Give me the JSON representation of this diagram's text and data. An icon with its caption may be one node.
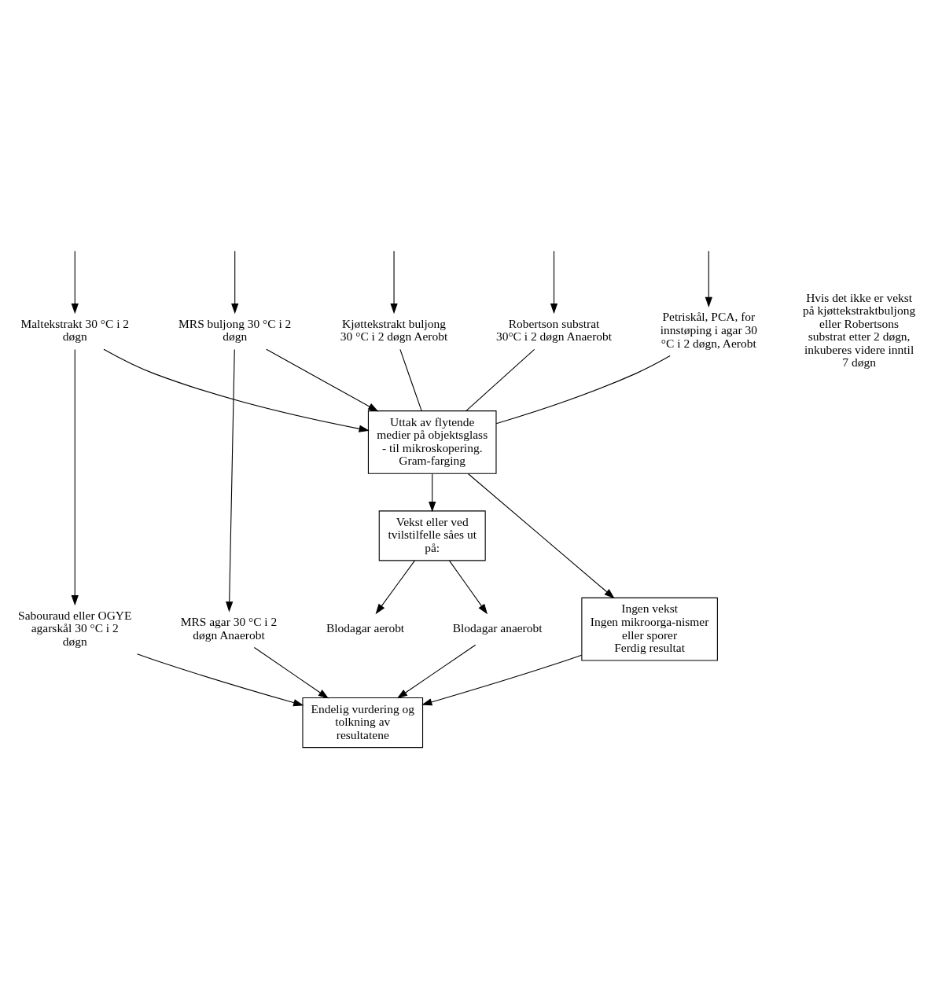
{
  "diagram": {
    "nodes": [
      {
        "text": [
          "Maltekstrakt 30 °C i 2 døgn"
        ]
      },
      {
        "text": [
          "MRS buljong 30 °C i 2 døgn"
        ]
      },
      {
        "text": [
          "Kjøttekstrakt buljong 30 °C i 2 døgn Aerobt"
        ]
      },
      {
        "text": [
          "Robertson substrat 30°C i 2 døgn Anaerobt"
        ]
      },
      {
        "text": [
          "Petriskål, PCA, for innstøping i agar 30 °C i 2 døgn, Aerobt"
        ]
      },
      {
        "text": [
          "Uttak av flytende medier på objektsglass - til mikroskopering. Gram-farging"
        ]
      },
      {
        "text": [
          "Ingen vekst",
          "Ingen mikroorga-nismer eller sporer",
          "Ferdig resultat"
        ]
      },
      {
        "text": [
          "Vekst eller ved tvilstilfelle såes ut på:"
        ]
      },
      {
        "text": [
          "Sabouraud eller OGYE agarskål 30 °C i 2 døgn"
        ]
      },
      {
        "text": [
          "MRS agar 30 °C i 2 døgn Anaerobt"
        ]
      },
      {
        "text": [
          "Blodagar aerobt"
        ]
      },
      {
        "text": [
          "Blodagar anaerobt"
        ]
      },
      {
        "text": [
          "Endelig vurdering og tolkning av resultatene"
        ]
      }
    ],
    "edges": [
      {
        "from": null,
        "to": 0,
        "arrow": "to"
      },
      {
        "from": null,
        "to": 1,
        "arrow": "to"
      },
      {
        "from": null,
        "to": 2,
        "arrow": "to"
      },
      {
        "from": null,
        "to": 3,
        "arrow": "to"
      },
      {
        "from": null,
        "to": 4,
        "arrow": "to"
      },
      {
        "from": 0,
        "to": 5,
        "arrow": "to"
      },
      {
        "from": 1,
        "to": 5,
        "arrow": "to"
      },
      {
        "from": 2,
        "to": 5,
        "arrow": "none"
      },
      {
        "from": 3,
        "to": 5,
        "arrow": "none"
      },
      {
        "from": 4,
        "to": 5,
        "arrow": "none"
      },
      {
        "from": 0,
        "to": 8,
        "arrow": "to"
      },
      {
        "from": 1,
        "to": 9,
        "arrow": "to"
      },
      {
        "from": 5,
        "to": 6,
        "arrow": "to"
      },
      {
        "from": 5,
        "to": 7,
        "arrow": "to"
      },
      {
        "from": 7,
        "to": 10,
        "arrow": "to"
      },
      {
        "from": 7,
        "to": 11,
        "arrow": "to"
      },
      {
        "from": 8,
        "to": 12,
        "arrow": "to"
      },
      {
        "from": 9,
        "to": 12,
        "arrow": "to"
      },
      {
        "from": 6,
        "to": 12,
        "arrow": "to"
      },
      {
        "from": 11,
        "to": 12,
        "arrow": "to"
      }
    ],
    "labels": [
      "Hvis det ikke er vekst på kjøttekstraktbuljong eller Robertsons substrat etter 2 døgn, inkuberes videre inntil 7 døgn"
    ]
  }
}
